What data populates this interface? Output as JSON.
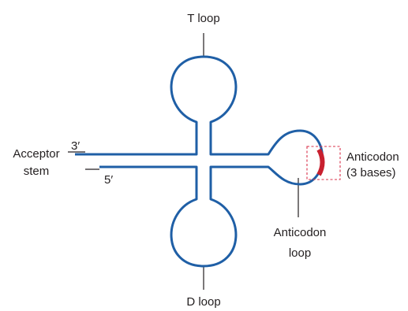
{
  "labels": {
    "t_loop": "T loop",
    "d_loop": "D loop",
    "acceptor_line1": "Acceptor",
    "acceptor_line2": "stem",
    "three_prime": "3′",
    "five_prime": "5′",
    "anticodon_line1": "Anticodon",
    "anticodon_line2": "(3 bases)",
    "anticodon_loop_line1": "Anticodon",
    "anticodon_loop_line2": "loop"
  },
  "colors": {
    "strand": "#1f5fa6",
    "anticodon_bases": "#c8202f",
    "highlight_box": "#d9304a",
    "leader_lines": "#231f20",
    "text": "#231f20"
  }
}
